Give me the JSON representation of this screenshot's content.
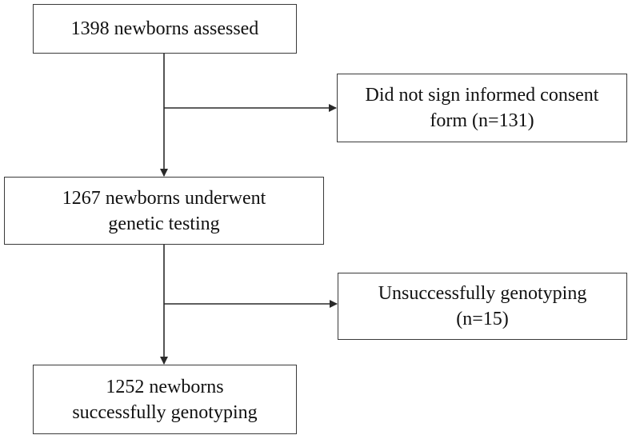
{
  "nodes": {
    "assessed": {
      "lines": [
        "1398 newborns assessed"
      ]
    },
    "no_consent": {
      "lines": [
        "Did not sign informed consent",
        "form (n=131)"
      ]
    },
    "tested": {
      "lines": [
        "1267 newborns underwent",
        "genetic testing"
      ]
    },
    "unsuccessful": {
      "lines": [
        "Unsuccessfully genotyping",
        "(n=15)"
      ]
    },
    "successful": {
      "lines": [
        "1252 newborns",
        "successfully genotyping"
      ]
    }
  },
  "edges": [
    {
      "from": "assessed",
      "to": "tested"
    },
    {
      "from": "assessed",
      "to": "no_consent"
    },
    {
      "from": "tested",
      "to": "successful"
    },
    {
      "from": "tested",
      "to": "unsuccessful"
    }
  ]
}
